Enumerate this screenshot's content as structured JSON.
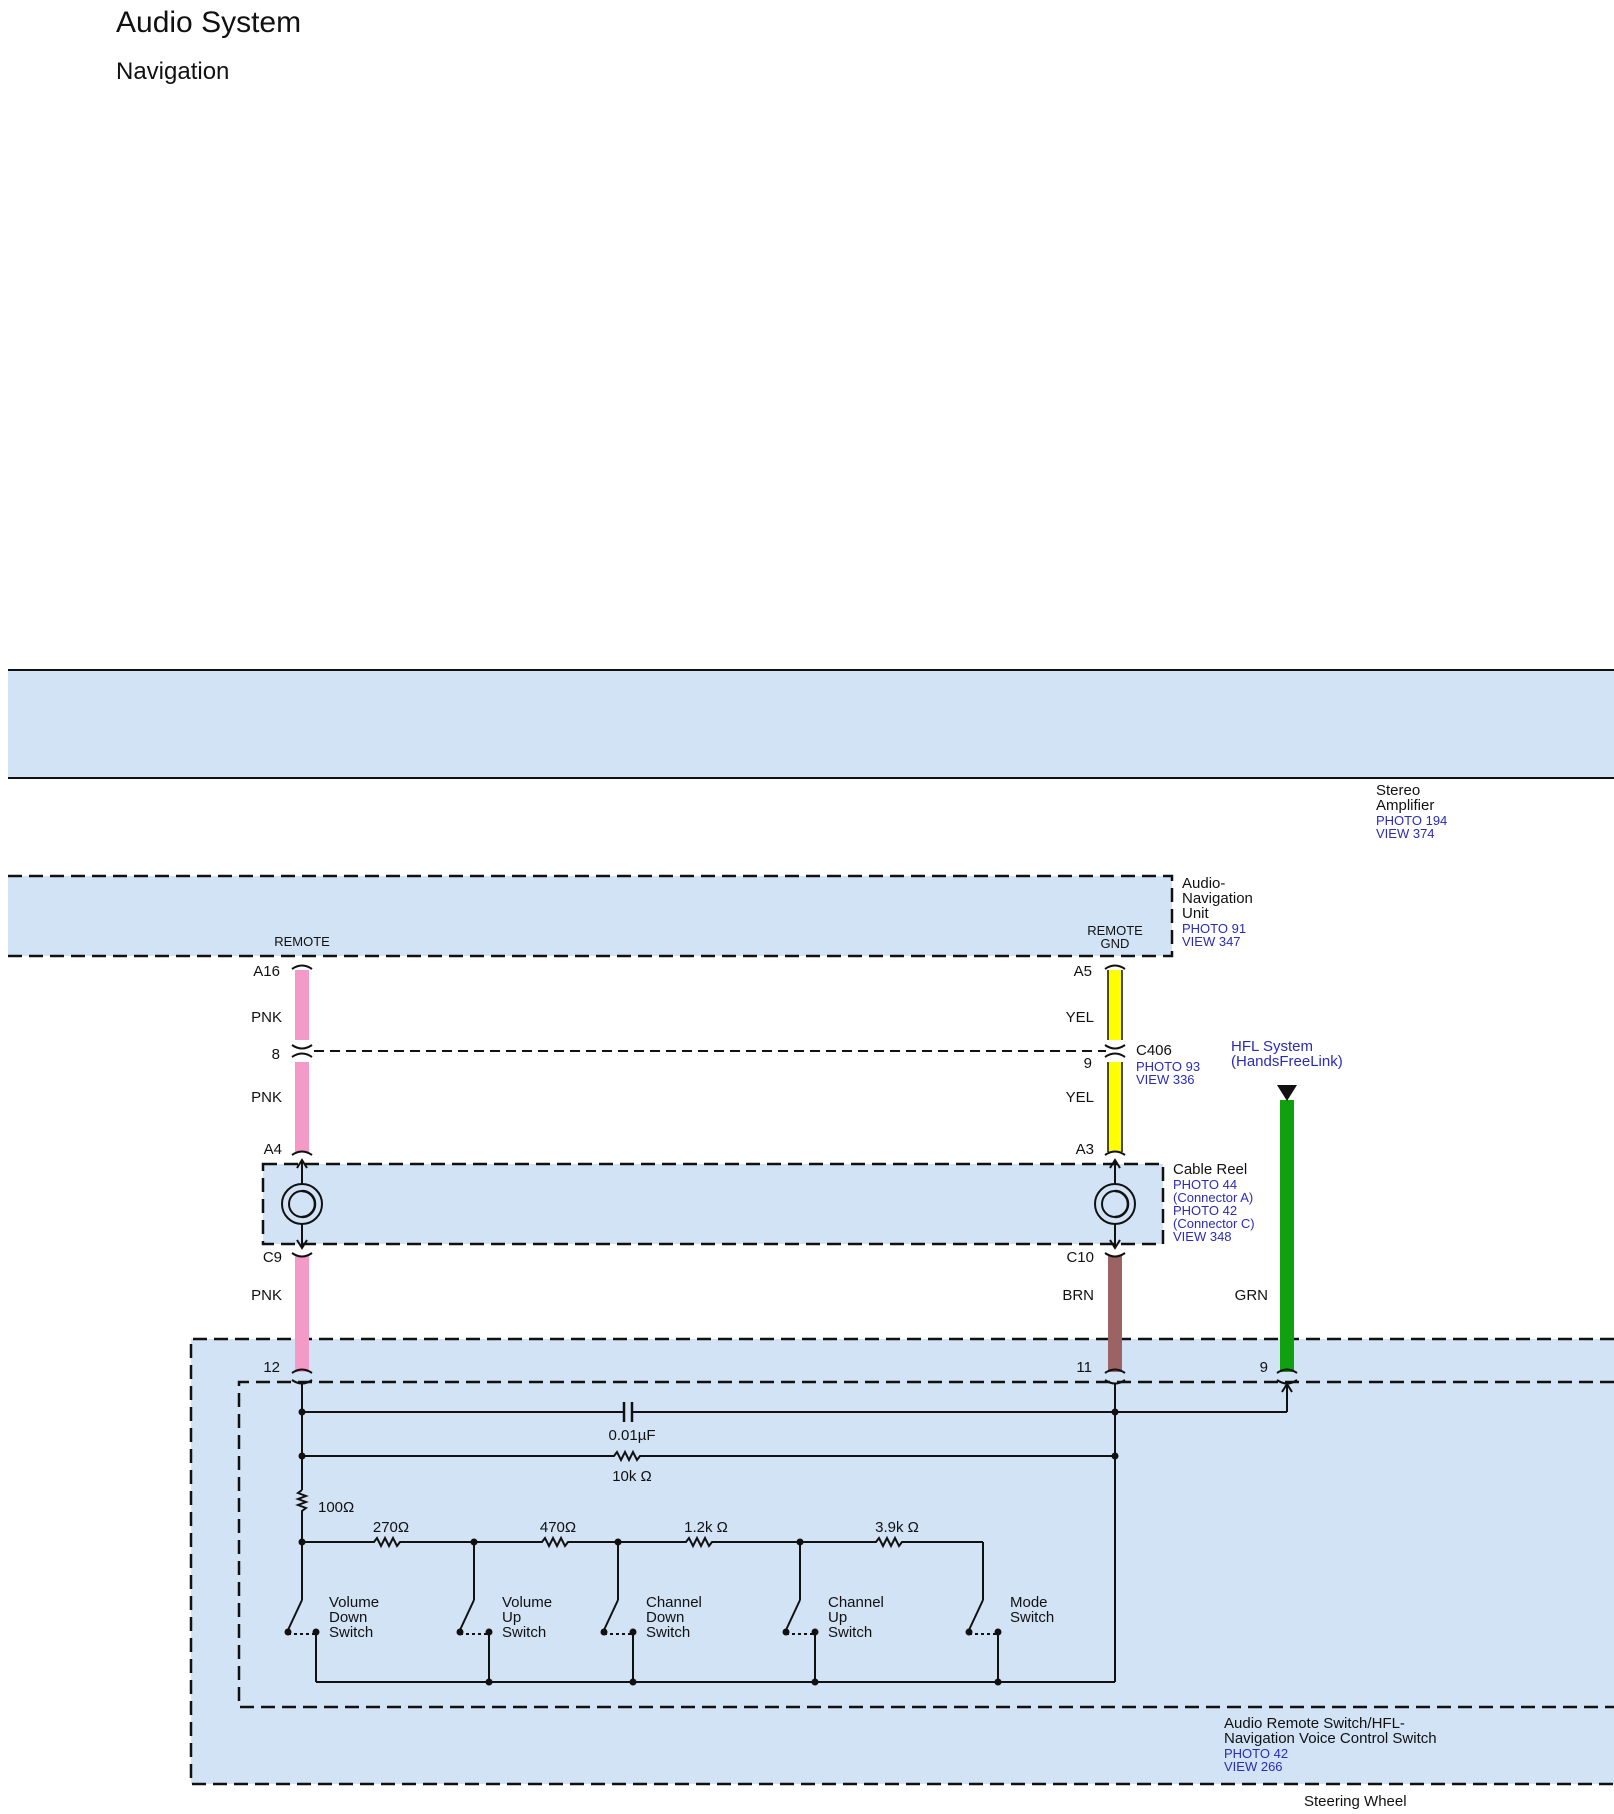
{
  "header": {
    "title": "Audio System",
    "subtitle": "Navigation"
  },
  "components": {
    "stereo_amplifier": {
      "name_lines": [
        "Stereo",
        "Amplifier"
      ],
      "refs": [
        "PHOTO 194",
        "VIEW 374"
      ]
    },
    "audio_nav_unit": {
      "name_lines": [
        "Audio-",
        "Navigation",
        "Unit"
      ],
      "refs": [
        "PHOTO 91",
        "VIEW 347"
      ]
    },
    "c406": {
      "name": "C406",
      "refs": [
        "PHOTO 93",
        "VIEW 336"
      ]
    },
    "hfl_system": {
      "lines": [
        "HFL System",
        "(HandsFreeLink)"
      ]
    },
    "cable_reel": {
      "name": "Cable Reel",
      "refs": [
        "PHOTO 44",
        "(Connector A)",
        "PHOTO 42",
        "(Connector C)",
        "VIEW 348"
      ]
    },
    "remote_switch": {
      "name_lines": [
        "Audio Remote Switch/HFL-",
        "Navigation Voice Control Switch"
      ],
      "refs": [
        "PHOTO 42",
        "VIEW 266"
      ]
    },
    "steering_wheel": "Steering Wheel"
  },
  "pins": {
    "remote": "REMOTE",
    "remote_gnd": [
      "REMOTE",
      "GND"
    ],
    "a16": "A16",
    "a5": "A5",
    "c406_8": "8",
    "c406_9": "9",
    "a4": "A4",
    "a3": "A3",
    "c9": "C9",
    "c10": "C10",
    "p12": "12",
    "p11": "11",
    "p9": "9"
  },
  "wires": {
    "pnk": "PNK",
    "yel": "YEL",
    "brn": "BRN",
    "grn": "GRN",
    "colors": {
      "pink": "#f39ac6",
      "yellow": "#ffff00",
      "brown": "#9b6363",
      "green": "#10a010",
      "panel": "#d2e3f5"
    }
  },
  "values": {
    "capacitor": "0.01µF",
    "r10k": "10k Ω",
    "r100": "100Ω",
    "r270": "270Ω",
    "r470": "470Ω",
    "r1_2k": "1.2k Ω",
    "r3_9k": "3.9k Ω"
  },
  "switches": [
    {
      "lines": [
        "Volume",
        "Down",
        "Switch"
      ]
    },
    {
      "lines": [
        "Volume",
        "Up",
        "Switch"
      ]
    },
    {
      "lines": [
        "Channel",
        "Down",
        "Switch"
      ]
    },
    {
      "lines": [
        "Channel",
        "Up",
        "Switch"
      ]
    },
    {
      "lines": [
        "Mode",
        "Switch"
      ]
    }
  ]
}
